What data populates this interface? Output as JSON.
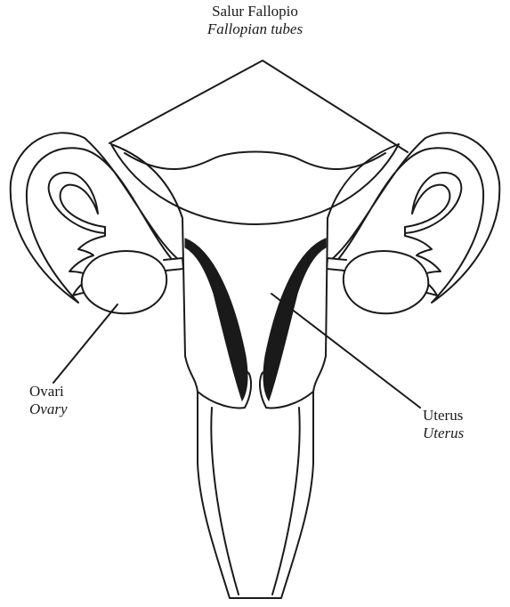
{
  "labels": {
    "fallopian_tubes": {
      "primary": "Salur Fallopio",
      "secondary": "Fallopian tubes"
    },
    "ovary": {
      "primary": "Ovari",
      "secondary": "Ovary"
    },
    "uterus": {
      "primary": "Uterus",
      "secondary": "Uterus"
    }
  },
  "colors": {
    "outline": "#1a1a1a",
    "fill": "#ffffff",
    "muscle_band": "#1a1a1a"
  }
}
